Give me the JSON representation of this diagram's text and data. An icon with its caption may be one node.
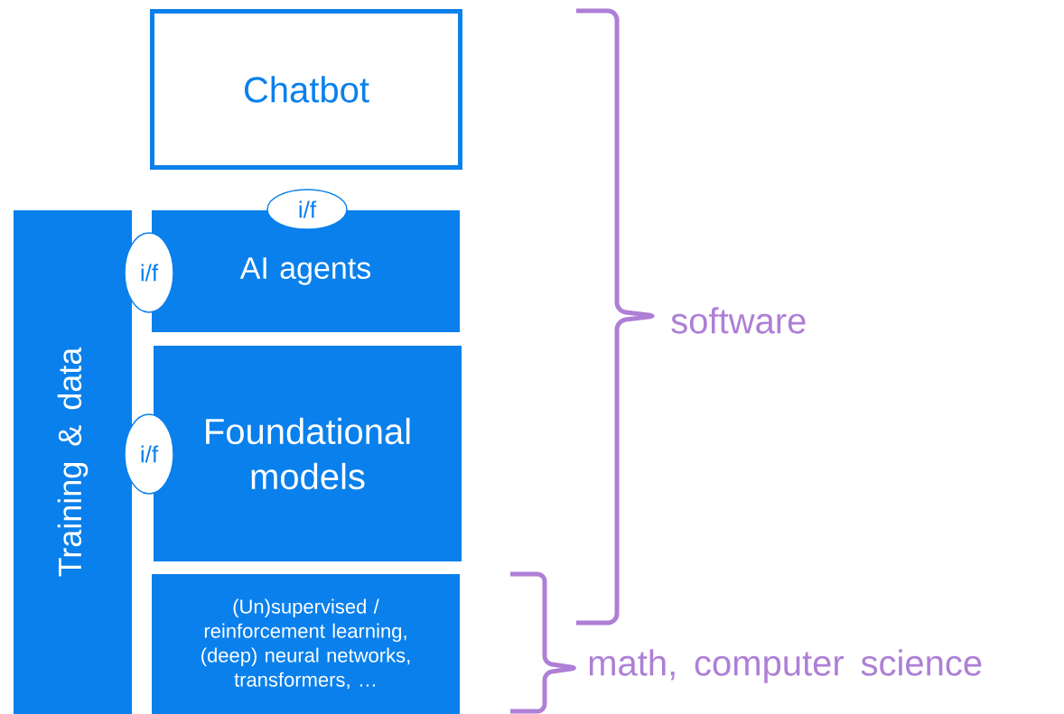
{
  "diagram": {
    "nodes": [
      {
        "text": [
          "Chatbot"
        ]
      },
      {
        "text": [
          "Training & data"
        ]
      },
      {
        "text": [
          "AI agents"
        ]
      },
      {
        "text": [
          "Foundational models"
        ]
      },
      {
        "text": [
          "(Un)supervised / reinforcement learning, (deep) neural networks, transformers, …"
        ]
      },
      {
        "text": [
          "i/f"
        ]
      },
      {
        "text": [
          "i/f"
        ]
      },
      {
        "text": [
          "i/f"
        ]
      }
    ],
    "labels": [
      "software",
      "math, computer science"
    ]
  }
}
